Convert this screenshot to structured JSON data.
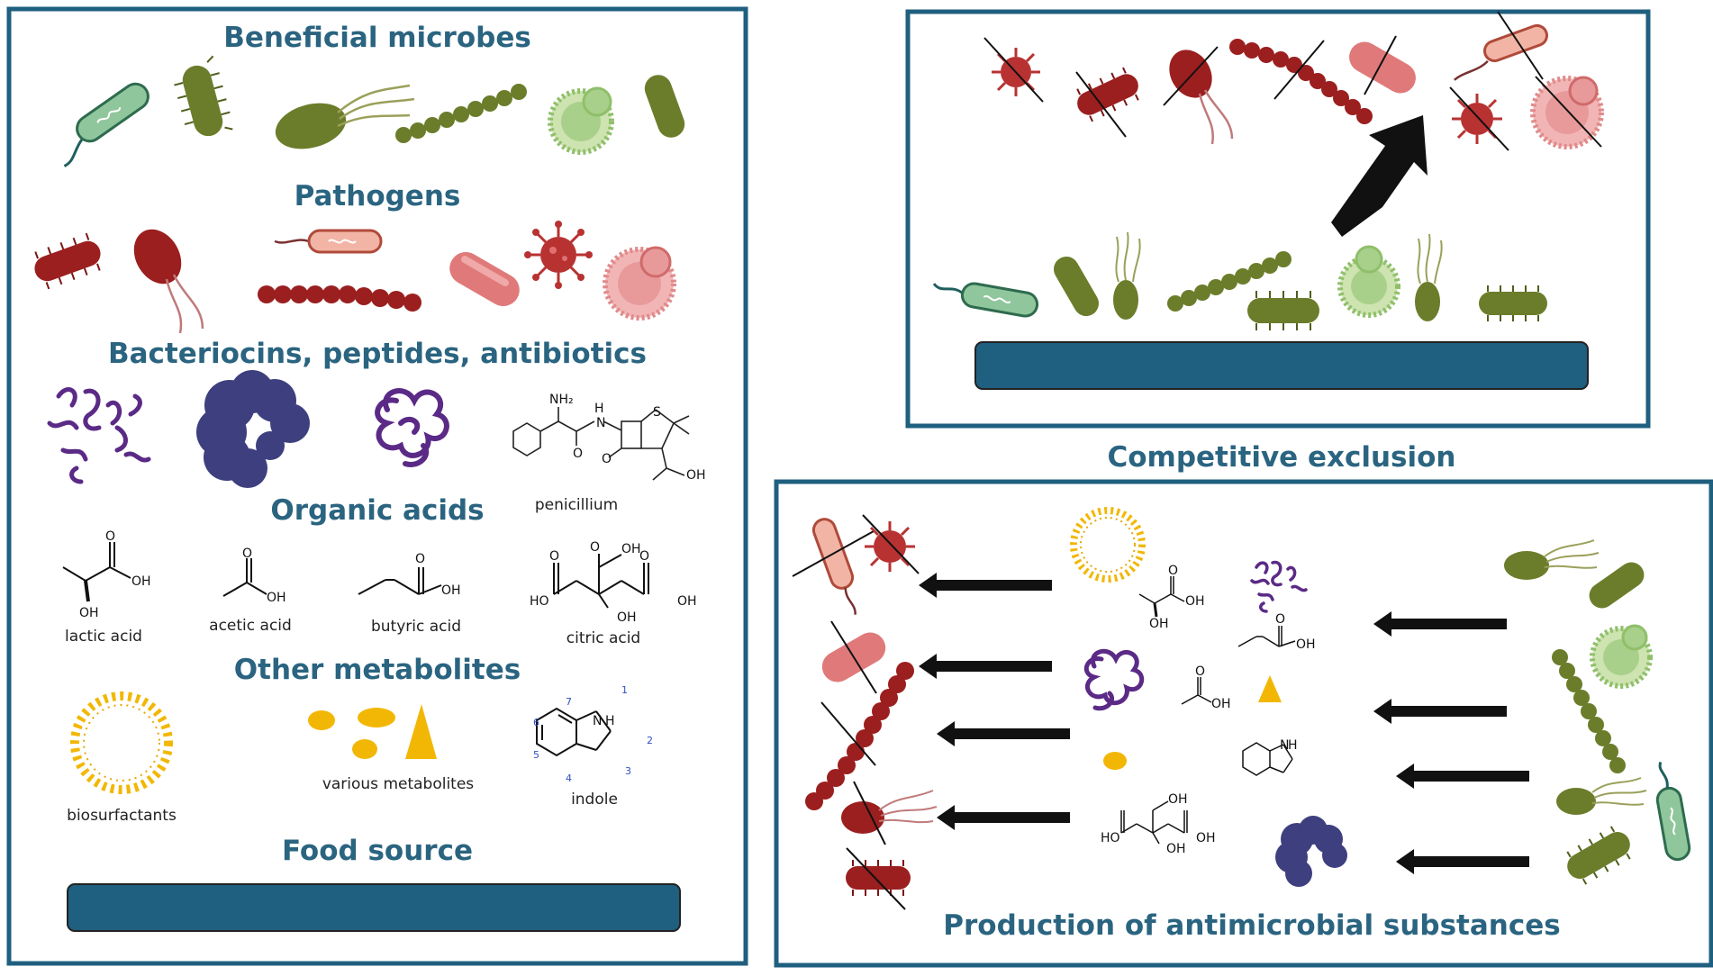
{
  "colors": {
    "panel_border": "#1f5f7f",
    "heading": "#2a6480",
    "food_bar": "#1f5f7f",
    "beneficial_green": "#6b7d2b",
    "pathogen_red": "#a52a2a",
    "pathogen_pink": "#e07a7a",
    "molecule_purple": "#5b2a86",
    "metabolite_yellow": "#f2b705"
  },
  "legend": {
    "beneficial_title": "Beneficial microbes",
    "pathogens_title": "Pathogens",
    "bacteriocins_title": "Bacteriocins, peptides, antibiotics",
    "penicillium_label": "penicillium",
    "organic_acids_title": "Organic acids",
    "lactic_label": "lactic acid",
    "acetic_label": "acetic acid",
    "butyric_label": "butyric acid",
    "citric_label": "citric acid",
    "other_metabolites_title": "Other metabolites",
    "biosurfactants_label": "biosurfactants",
    "various_label": "various metabolites",
    "indole_label": "indole",
    "food_title": "Food source"
  },
  "chem": {
    "oh": "OH",
    "o": "O",
    "nh2": "NH₂",
    "nh": "H",
    "n": "N",
    "s": "S",
    "h": "H",
    "ho": "HO",
    "indole_n": "N",
    "indole_nh": "H",
    "indole_1": "1",
    "indole_2": "2",
    "indole_3": "3",
    "indole_4": "4",
    "indole_5": "5",
    "indole_6": "6",
    "indole_7": "7"
  },
  "competitive": {
    "title": "Competitive exclusion"
  },
  "antimicrobial": {
    "title": "Production of antimicrobial substances"
  }
}
